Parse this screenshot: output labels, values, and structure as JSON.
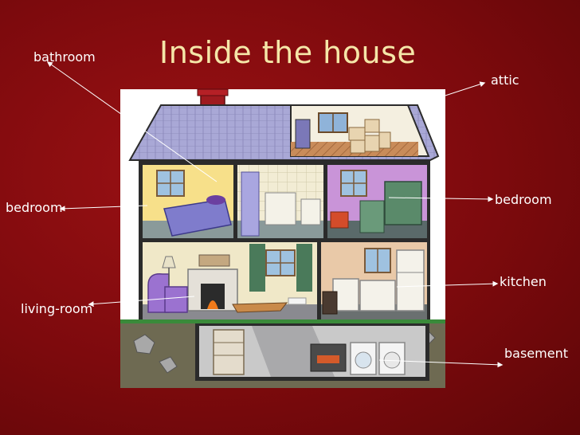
{
  "title": "Inside the house",
  "labels": {
    "bathroom": "bathroom",
    "attic": "attic",
    "bedroom_left": "bedroom",
    "bedroom_right": "bedroom",
    "kitchen": "kitchen",
    "living_room": "living-room",
    "basement": "basement"
  },
  "colors": {
    "background": "#8b0d10",
    "title": "#f5e6a8",
    "label": "#ffffff",
    "roof": "#a9a8d6",
    "chimney": "#9e1a1f",
    "wall_frame": "#2b2b2b",
    "bedroom_left_wall": "#f7e08a",
    "bathroom_wall": "#f2ecd4",
    "bedroom_right_wall": "#c994d8",
    "living_room_wall": "#f0e8c8",
    "kitchen_wall": "#e9c9a8",
    "basement_wall": "#c9c9c9",
    "ground": "#6e6a52"
  }
}
